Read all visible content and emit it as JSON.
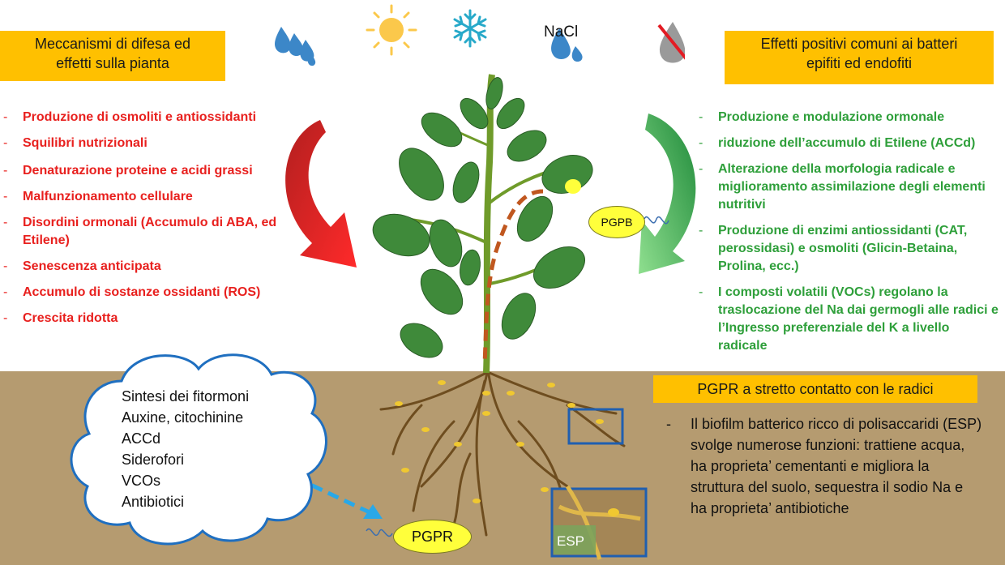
{
  "left_header": {
    "line1": "Meccanismi di difesa ed",
    "line2": "effetti sulla pianta"
  },
  "right_header": {
    "line1": "Effetti positivi comuni ai batteri",
    "line2": "epifiti ed endofiti"
  },
  "left_effects": [
    "Produzione di osmoliti e antiossidanti",
    "Squilibri nutrizionali",
    "Denaturazione proteine e acidi grassi",
    "Malfunzionamento cellulare",
    "Disordini ormonali (Accumulo di ABA, ed Etilene)",
    "Senescenza anticipata",
    "Accumulo di sostanze ossidanti (ROS)",
    "Crescita ridotta"
  ],
  "right_effects": [
    "Produzione e modulazione ormonale",
    "riduzione dell’accumulo di Etilene (ACCd)",
    "Alterazione della morfologia radicale e miglioramento assimilazione degli elementi nutritivi",
    "Produzione di enzimi antiossidanti (CAT, perossidasi) e osmoliti (Glicin-Betaina, Prolina, ecc.)",
    "I composti volatili (VOCs) regolano la traslocazione del Na dai germogli alle radici e l’Ingresso preferenziale del K a livello radicale"
  ],
  "stress_icons": {
    "nacl_label": "NaCl",
    "icons": [
      "water-drops-icon",
      "sun-icon",
      "snowflake-icon",
      "salt-drop-icon",
      "no-water-icon"
    ]
  },
  "cloud_items": [
    "Sintesi dei fitormoni",
    "Auxine, citochinine",
    "ACCd",
    "Siderofori",
    "VCOs",
    "Antibiotici"
  ],
  "pgpb_label": "PGPB",
  "pgpr_label": "PGPR",
  "pgpr_header": "PGPR a stretto contatto con le radici",
  "esp_description": "Il biofilm batterico ricco di polisaccaridi (ESP) svolge numerose funzioni: trattiene acqua, ha proprieta’ cementanti e migliora la struttura del suolo, sequestra il sodio Na e ha proprieta’ antibiotiche",
  "esp_label": "ESP",
  "colors": {
    "header": "#ffc000",
    "left_text": "#e8201e",
    "right_text": "#2e9f3a",
    "soil": "#b59b70",
    "cloud": "#1f6fc0",
    "arrow_blue": "#29a8e8",
    "bacteria": "#ffff3b"
  }
}
